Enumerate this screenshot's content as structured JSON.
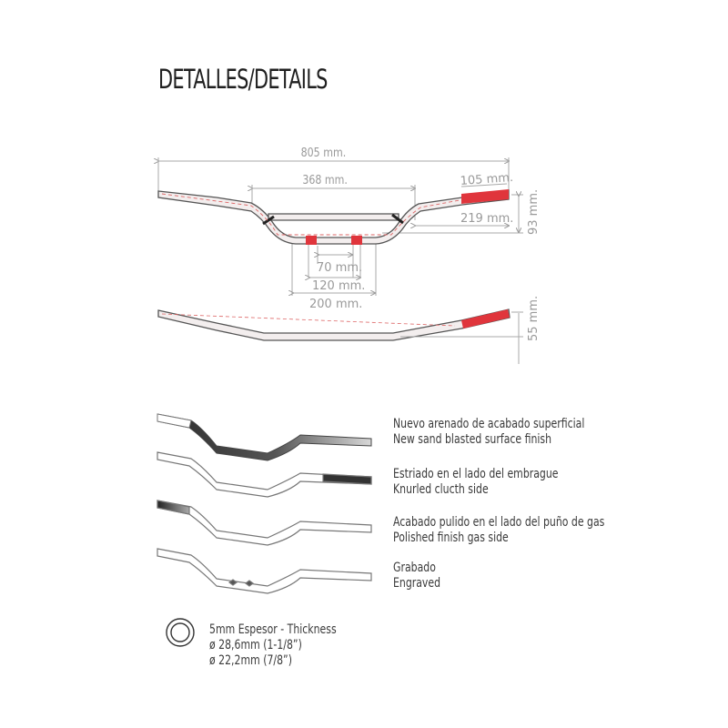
{
  "title": "DETALLES/DETAILS",
  "colors": {
    "accent_red": "#e0353c",
    "text": "#3a3a3a",
    "dimension_gray": "#9a9a9a"
  },
  "top_view": {
    "dimensions": {
      "overall_width": "805 mm.",
      "rise_width": "368 mm.",
      "grip_red": "105 mm.",
      "grip_length": "219 mm.",
      "height": "93 mm.",
      "clamp_inner": "70 mm.",
      "clamp_outer": "120 mm.",
      "center_width": "200 mm."
    }
  },
  "side_view": {
    "dimensions": {
      "sweep": "55 mm."
    }
  },
  "features": [
    {
      "icon": "sand-blasted-bar-icon",
      "es": "Nuevo arenado de acabado superficial",
      "en": "New sand blasted surface finish"
    },
    {
      "icon": "knurled-bar-icon",
      "es": "Estriado en el lado del embrague",
      "en": "Knurled clucth side"
    },
    {
      "icon": "polished-bar-icon",
      "es": "Acabado pulido en el lado del puño de gas",
      "en": "Polished finish gas side"
    },
    {
      "icon": "engraved-bar-icon",
      "es": "Grabado",
      "en": "Engraved"
    }
  ],
  "thickness": {
    "line1": "5mm Espesor - Thickness",
    "line2": "ø 28,6mm (1-1/8”)",
    "line3": "ø 22,2mm (7/8”)"
  }
}
